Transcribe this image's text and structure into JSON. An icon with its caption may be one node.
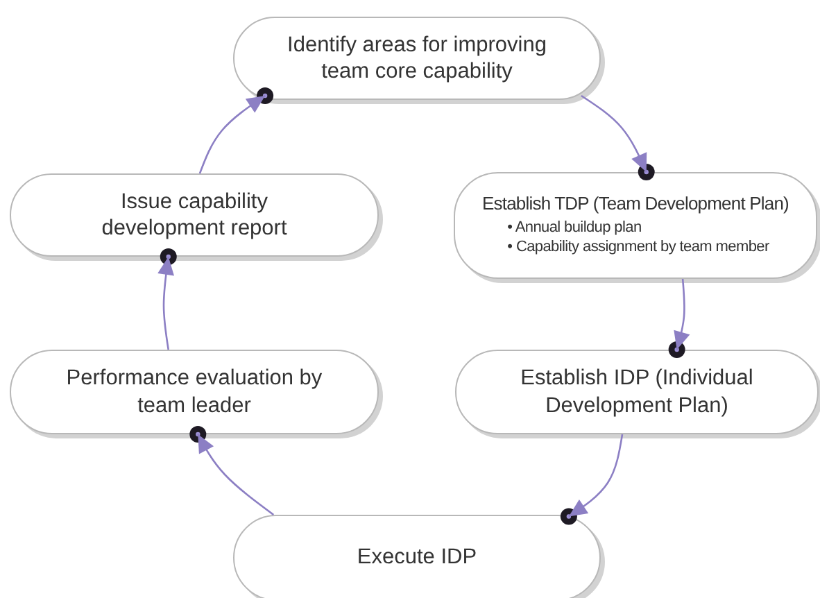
{
  "diagram": {
    "nodes": [
      {
        "text": [
          "Identify areas for improving team core capability"
        ]
      },
      {
        "text": [
          "Establish TDP (Team Development Plan)",
          "• Annual buildup plan",
          "• Capability assignment by team member"
        ]
      },
      {
        "text": [
          "Establish IDP (Individual Development Plan)"
        ]
      },
      {
        "text": [
          "Execute IDP"
        ]
      },
      {
        "text": [
          "Performance evaluation by team leader"
        ]
      },
      {
        "text": [
          "Issue capability development report"
        ]
      }
    ],
    "edges": [
      {
        "from": 0,
        "to": 1,
        "arrow": "to"
      },
      {
        "from": 1,
        "to": 2,
        "arrow": "to"
      },
      {
        "from": 2,
        "to": 3,
        "arrow": "to"
      },
      {
        "from": 3,
        "to": 4,
        "arrow": "to"
      },
      {
        "from": 4,
        "to": 5,
        "arrow": "to"
      },
      {
        "from": 5,
        "to": 0,
        "arrow": "to"
      }
    ]
  }
}
